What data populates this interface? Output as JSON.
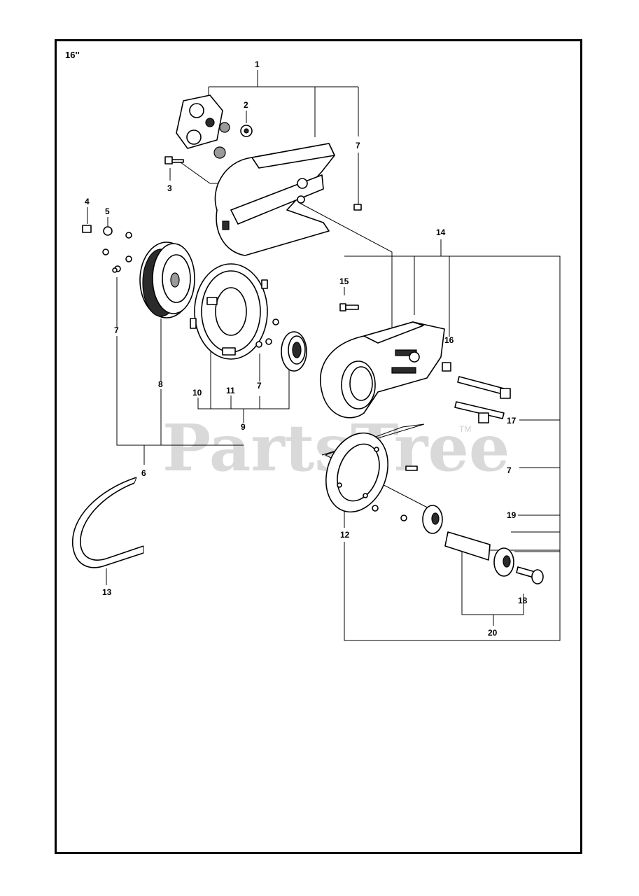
{
  "diagram": {
    "size_label": "16''",
    "watermark": "PartsTree",
    "watermark_tm": "TM",
    "callouts": [
      "1",
      "2",
      "3",
      "4",
      "5",
      "7",
      "14",
      "15",
      "16",
      "7",
      "10",
      "11",
      "7",
      "8",
      "9",
      "17",
      "6",
      "7",
      "19",
      "13",
      "12",
      "18",
      "20"
    ]
  },
  "colors": {
    "line": "#000000",
    "watermark": "#d9d9d9",
    "background": "#ffffff"
  }
}
